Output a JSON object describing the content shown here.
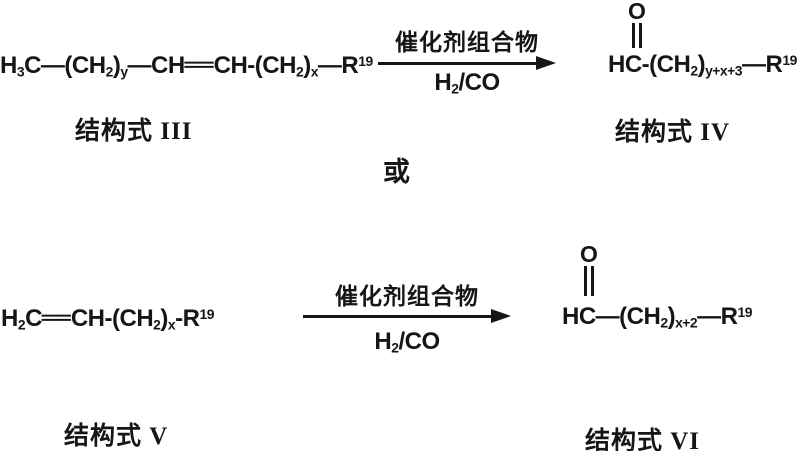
{
  "page": {
    "background": "#ffffff",
    "ink": "#161616"
  },
  "or_label": "或",
  "reactions": [
    {
      "reactant": {
        "formula": [
          {
            "t": "H"
          },
          {
            "t": "3",
            "s": "sub"
          },
          {
            "t": "C"
          },
          {
            "t": "—"
          },
          {
            "t": "(CH"
          },
          {
            "t": "2",
            "s": "sub"
          },
          {
            "t": ")"
          },
          {
            "t": "y",
            "s": "sub"
          },
          {
            "t": "—"
          },
          {
            "t": "CH"
          },
          {
            "t": "══",
            "s": "db"
          },
          {
            "t": "CH"
          },
          {
            "t": "-"
          },
          {
            "t": "(CH"
          },
          {
            "t": "2",
            "s": "sub"
          },
          {
            "t": ")"
          },
          {
            "t": "x",
            "s": "sub"
          },
          {
            "t": "—"
          },
          {
            "t": "R"
          },
          {
            "t": "19",
            "s": "sup"
          }
        ],
        "label": "结构式 III"
      },
      "conditions": {
        "above": "催化剂组合物",
        "below": [
          {
            "t": "H"
          },
          {
            "t": "2",
            "s": "sub"
          },
          {
            "t": "/CO"
          }
        ]
      },
      "product": {
        "carbonyl_atom": "O",
        "formula": [
          {
            "t": "HC"
          },
          {
            "t": "-"
          },
          {
            "t": "(CH"
          },
          {
            "t": "2",
            "s": "sub"
          },
          {
            "t": ")"
          },
          {
            "t": "y+x+3",
            "s": "sub"
          },
          {
            "t": "—"
          },
          {
            "t": "R"
          },
          {
            "t": "19",
            "s": "sup"
          }
        ],
        "label": "结构式 IV"
      }
    },
    {
      "reactant": {
        "formula": [
          {
            "t": "H"
          },
          {
            "t": "2",
            "s": "sub"
          },
          {
            "t": "C"
          },
          {
            "t": "══",
            "s": "db"
          },
          {
            "t": "CH"
          },
          {
            "t": "-"
          },
          {
            "t": "(CH"
          },
          {
            "t": "2",
            "s": "sub"
          },
          {
            "t": ")"
          },
          {
            "t": "x",
            "s": "sub"
          },
          {
            "t": "-"
          },
          {
            "t": "R"
          },
          {
            "t": "19",
            "s": "sup"
          }
        ],
        "label": "结构式 V"
      },
      "conditions": {
        "above": "催化剂组合物",
        "below": [
          {
            "t": "H"
          },
          {
            "t": "2",
            "s": "sub"
          },
          {
            "t": "/CO"
          }
        ]
      },
      "product": {
        "carbonyl_atom": "O",
        "formula": [
          {
            "t": "HC"
          },
          {
            "t": "—"
          },
          {
            "t": "(CH"
          },
          {
            "t": "2",
            "s": "sub"
          },
          {
            "t": ")"
          },
          {
            "t": "x+2",
            "s": "sub"
          },
          {
            "t": "—"
          },
          {
            "t": "R"
          },
          {
            "t": "19",
            "s": "sup"
          }
        ],
        "label": "结构式 VI"
      }
    }
  ]
}
